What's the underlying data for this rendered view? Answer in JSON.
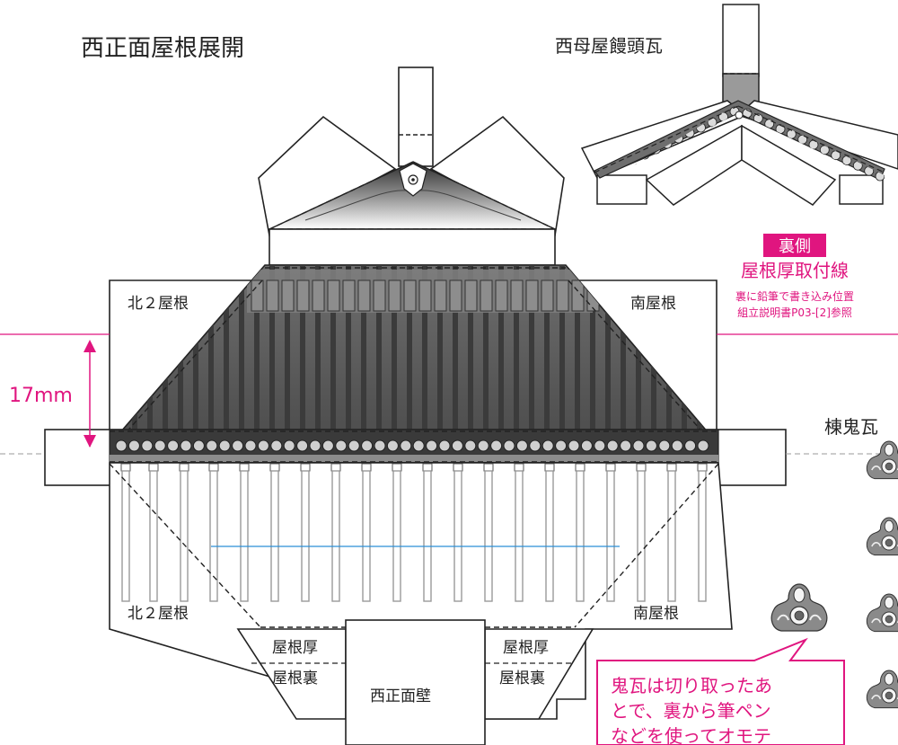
{
  "colors": {
    "accent_pink": "#e0157f",
    "guide_blue": "#2a8fd6",
    "roof_dark": "#555555",
    "tile_mid": "#7a7a7a",
    "ink": "#222222"
  },
  "titles": {
    "main": "西正面屋根展開",
    "ridge_tile": "西母屋饅頭瓦",
    "onigawara": "棟鬼瓦"
  },
  "labels": {
    "north_roof_top": "北２屋根",
    "south_roof_top": "南屋根",
    "north_roof_bottom": "北２屋根",
    "south_roof_bottom": "南屋根",
    "roof_thickness_left": "屋根厚",
    "roof_back_left": "屋根裏",
    "roof_thickness_right": "屋根厚",
    "roof_back_right": "屋根裏",
    "west_wall": "西正面壁"
  },
  "measure": {
    "value": "17mm"
  },
  "note": {
    "badge": "裏側",
    "heading": "屋根厚取付線",
    "line1": "裏に鉛筆で書き込み位置",
    "line2": "組立説明書P03-[2]参照"
  },
  "callout": {
    "line1": "鬼瓦は切り取ったあ",
    "line2": "とで、裏から筆ペン",
    "line3": "などを使ってオモテ"
  }
}
